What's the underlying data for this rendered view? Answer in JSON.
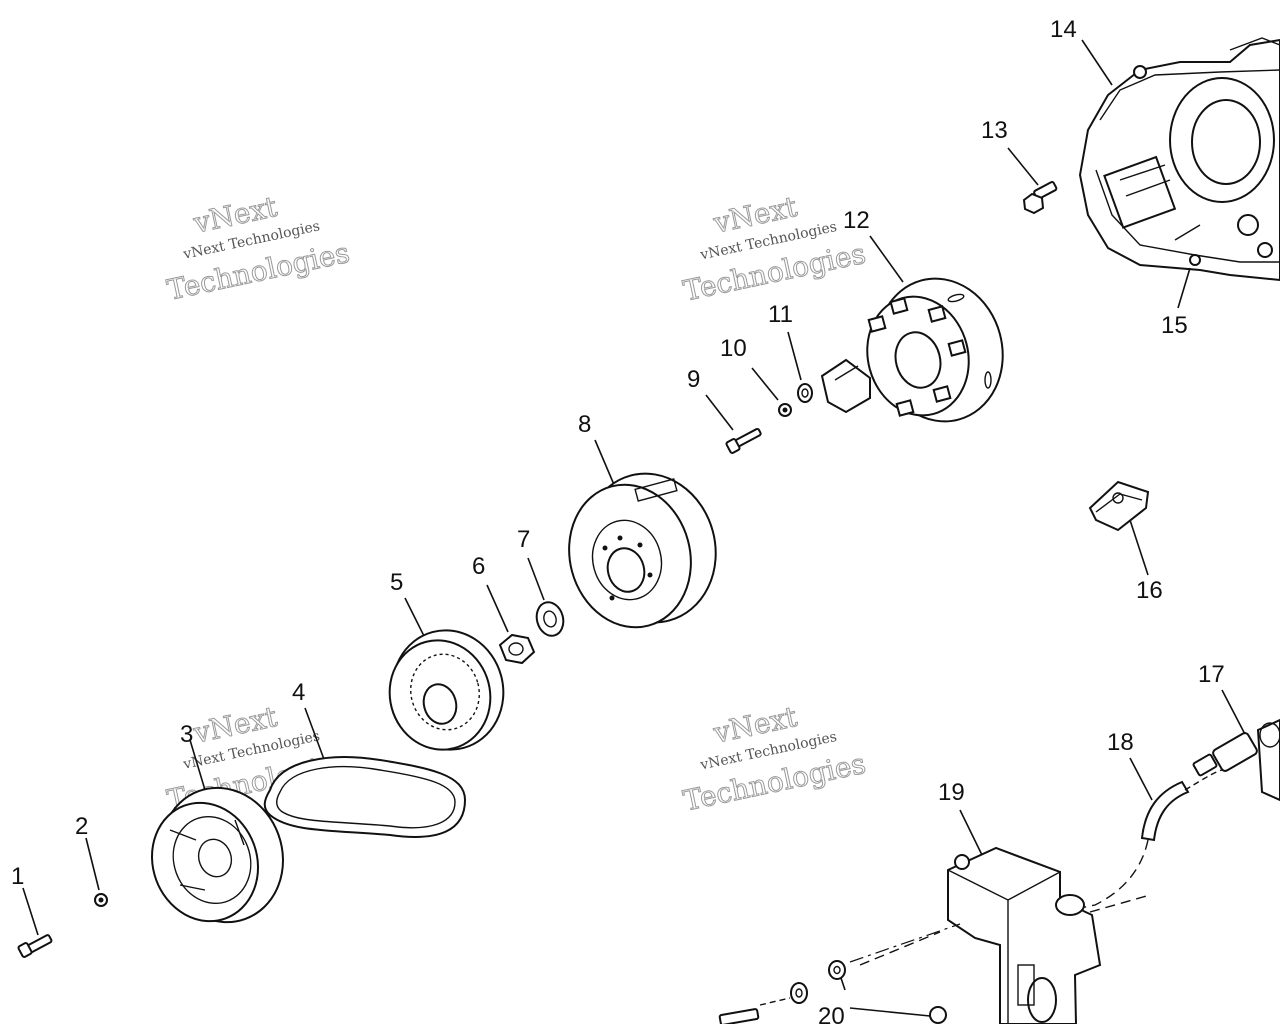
{
  "callouts": [
    "1",
    "2",
    "3",
    "4",
    "5",
    "6",
    "7",
    "8",
    "9",
    "10",
    "11",
    "12",
    "13",
    "14",
    "15",
    "16",
    "17",
    "18",
    "19",
    "20"
  ],
  "watermark": {
    "line1": "vNext Technologies",
    "line2": "vNext",
    "line3": "Technologies"
  }
}
